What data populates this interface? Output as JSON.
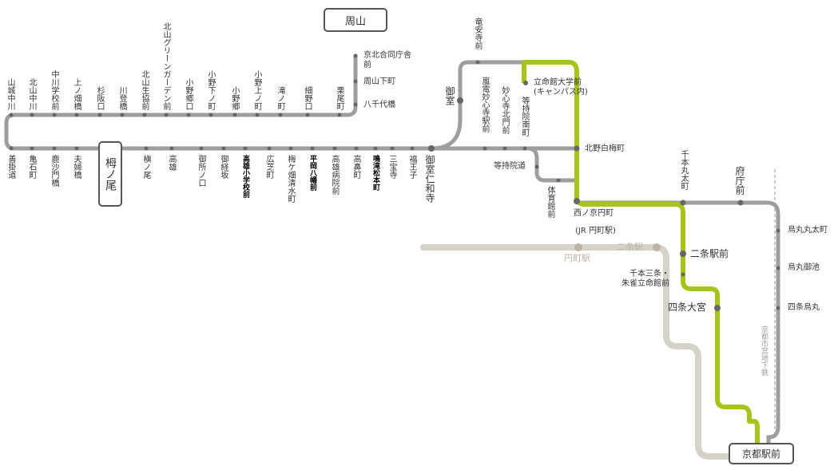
{
  "terminals": {
    "shuzan": "周山",
    "tonoo": "栂ノ尾",
    "kyoto_station": "京都駅前"
  },
  "top_row": [
    "山城中川",
    "北山中川",
    "中川学校前",
    "上ノ畑橋",
    "杉阪口",
    "川登橋",
    "北山生協前",
    "北山グリーンガーデン前",
    "小野郷口",
    "小野下ノ町",
    "小野郷",
    "小野上ノ町",
    "滝ノ町",
    "細野口",
    "栗尾町"
  ],
  "branch": [
    "京北合同庁舎前",
    "周山下町",
    "八千代橋"
  ],
  "bottom_row": [
    "善掛道",
    "亀石町",
    "鹿沙門橋",
    "夫婦橋",
    "槇ノ尾",
    "高雄",
    "御所ノ口",
    "御経坂",
    "高雄小学校前",
    "広芝町",
    "梅ケ畑清水町",
    "平岡八幡前",
    "高雄病院前",
    "高鼻町",
    "鳴滝松本町",
    "三宝寺",
    "福王子",
    "御室仁和寺"
  ],
  "omuro": "御室",
  "ryoanji": "竜安寺前",
  "mid": [
    "嵐電妙心寺駅前",
    "妙心寺北門前",
    "等持院南町"
  ],
  "ritsumei_a": "立命館大学前",
  "ritsumei_b": "(キャンパス内)",
  "kitano": "北野白梅町",
  "tojiin": "等持院道",
  "gym": "体育館前",
  "nishinokyo_a": "西ノ京円町",
  "nishinokyo_b": "(JR 円町駅)",
  "enmachi": "円町駅",
  "nijo": "二条駅",
  "nijo_mae": "二条駅前",
  "senbon_a": "千本三条・",
  "senbon_b": "朱雀立命館前",
  "shijo_omiya": "四条大宮",
  "senbon_marutamachi": "千本丸太町",
  "fuchomae": "府庁前",
  "subway_label": "京都市営地下鉄",
  "subway_stations": [
    "烏丸丸太町",
    "烏丸御池",
    "四条烏丸"
  ],
  "colors": {
    "main": "#9e9e9e",
    "green": "#a6c51c",
    "jr": "#d3cfc4",
    "subway": "#9e9e9e"
  }
}
